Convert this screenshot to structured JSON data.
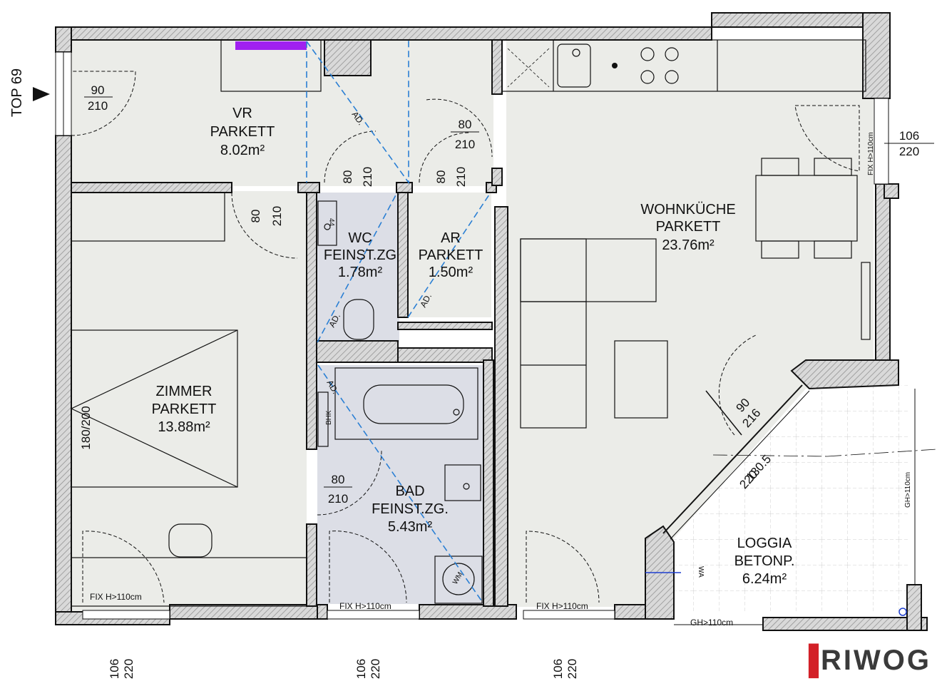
{
  "unit_label": "TOP 69",
  "rooms": {
    "vr": {
      "name": "VR",
      "floor": "PARKETT",
      "area": "8.02m²"
    },
    "wc": {
      "name": "WC",
      "floor": "FEINST.ZG",
      "area": "1.78m²"
    },
    "ar": {
      "name": "AR",
      "floor": "PARKETT",
      "area": "1.50m²"
    },
    "wohnkueche": {
      "name": "WOHNKÜCHE",
      "floor": "PARKETT",
      "area": "23.76m²"
    },
    "zimmer": {
      "name": "ZIMMER",
      "floor": "PARKETT",
      "area": "13.88m²"
    },
    "bad": {
      "name": "BAD",
      "floor": "FEINST.ZG.",
      "area": "5.43m²"
    },
    "loggia": {
      "name": "LOGGIA",
      "floor": "BETONP.",
      "area": "6.24m²"
    }
  },
  "doors": {
    "entrance": {
      "w": "90",
      "h": "210"
    },
    "wc": {
      "w": "80",
      "h": "210"
    },
    "ar": {
      "w": "80",
      "h": "210"
    },
    "ar_top": {
      "w": "80",
      "h": "210"
    },
    "zimmer": {
      "w": "80",
      "h": "210"
    },
    "bad": {
      "w": "80",
      "h": "210"
    },
    "loggia": {
      "w": "90",
      "h": "216"
    },
    "loggia2": {
      "w": "130.5",
      "h": "220"
    }
  },
  "windows": {
    "east": {
      "w": "106",
      "h": "220",
      "fix": "FIX H>110cm"
    },
    "south1": {
      "w": "106",
      "h": "220",
      "fix": "FIX H>110cm"
    },
    "south2": {
      "w": "106",
      "h": "220",
      "fix": "FIX H>110cm"
    },
    "south3": {
      "w": "106",
      "h": "220",
      "fix": "FIX H>110cm"
    }
  },
  "loggia_rail": "GH>110cm",
  "loggia_rail_side": "GH>110cm",
  "bed_size": "180/200",
  "ad_label": "AD.",
  "bhk_label": "BHK",
  "wm_label": "WM",
  "wa_label": "WA",
  "wc_dim": "44",
  "logo": {
    "mark": "▐",
    "text": "RIWOG"
  }
}
